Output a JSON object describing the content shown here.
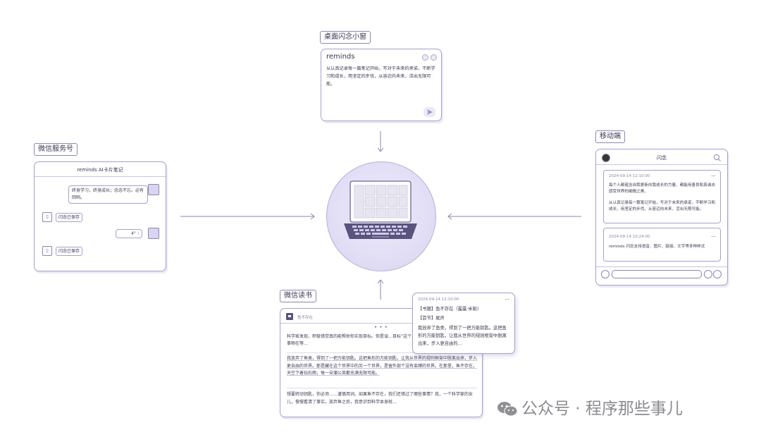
{
  "reminds_window": {
    "tag": "桌面闪念小窗",
    "title": "reminds",
    "text": "从认真记录每一篇笔记开始，写对于未来的承诺，不断学习和成长，用坚定的步伐，从容迈向未来，活出无限可能。"
  },
  "wechat_service": {
    "tag": "微信服务号",
    "header": "reminds AI卡片笔记",
    "msg1": "终身学习，终身成长；念念不忘，必有回响。",
    "saved1": "闪念已保存",
    "msg2": "4\"",
    "saved2": "闪念已保存"
  },
  "mobile": {
    "tag": "移动端",
    "title": "闪念",
    "card1": {
      "date": "2024-09-14 12:10:00",
      "more": "···",
      "p1": "每个人都蕴含自我更新向我成长的力量，都能用善良和真诚去感受世界的细微之美。",
      "p2": "从认真记录每一篇笔记开始，写对于未来的承诺，不断学习和成长，用坚定的步伐，从容迈向未来，活出无限可能。"
    },
    "card2": {
      "date": "2024-09-14 10:24:00",
      "more": "···",
      "p1": "reminds 闪念支持语音、图片、链接、文字等多种样式"
    }
  },
  "weread": {
    "tag": "微信读书",
    "book": "鱼不存在",
    "dots": "• • •",
    "p1": "科学家发现，积极错觉真的能帮助你实现目标。但是误…目标”这个单一的人生轨迹之外，有更美好的事物在等…",
    "p2": "我放弃了鱼类，得到了一把万能钥匙。这把鱼形的万能钥匙，让我从世界的规则框架中脱离出来，步入更自由的世界。那是藏在这个世界中的另一个世界，是留外部个没有束缚的世界。在那里，鱼不存在，天空下着钻石雨，每一朵蒲公英都充满无限可能。",
    "p3": "想要转动钥匙，你必须……谨慎用词。如果鱼不存在，我们还错过了哪些事情？我，一个科学家的女儿，慢慢看清了事实。放弃鱼之后，我意识到科学本身就…"
  },
  "popup": {
    "date": "2024-09-14 12:10:00",
    "more": "···",
    "line1": "【书籍】鱼不存在（露露·米勒）",
    "line2": "【首节】尾声",
    "text": "我放弃了鱼类，得到了一把万能钥匙。这把鱼形的万能钥匙，让我从世界的规则框架中脱离出来，步入更自由的…"
  },
  "watermark": "公众号 · 程序那些事儿",
  "colors": {
    "accent": "#9f95d3",
    "border": "#a79fcd",
    "circle": "#e4e0f6"
  }
}
